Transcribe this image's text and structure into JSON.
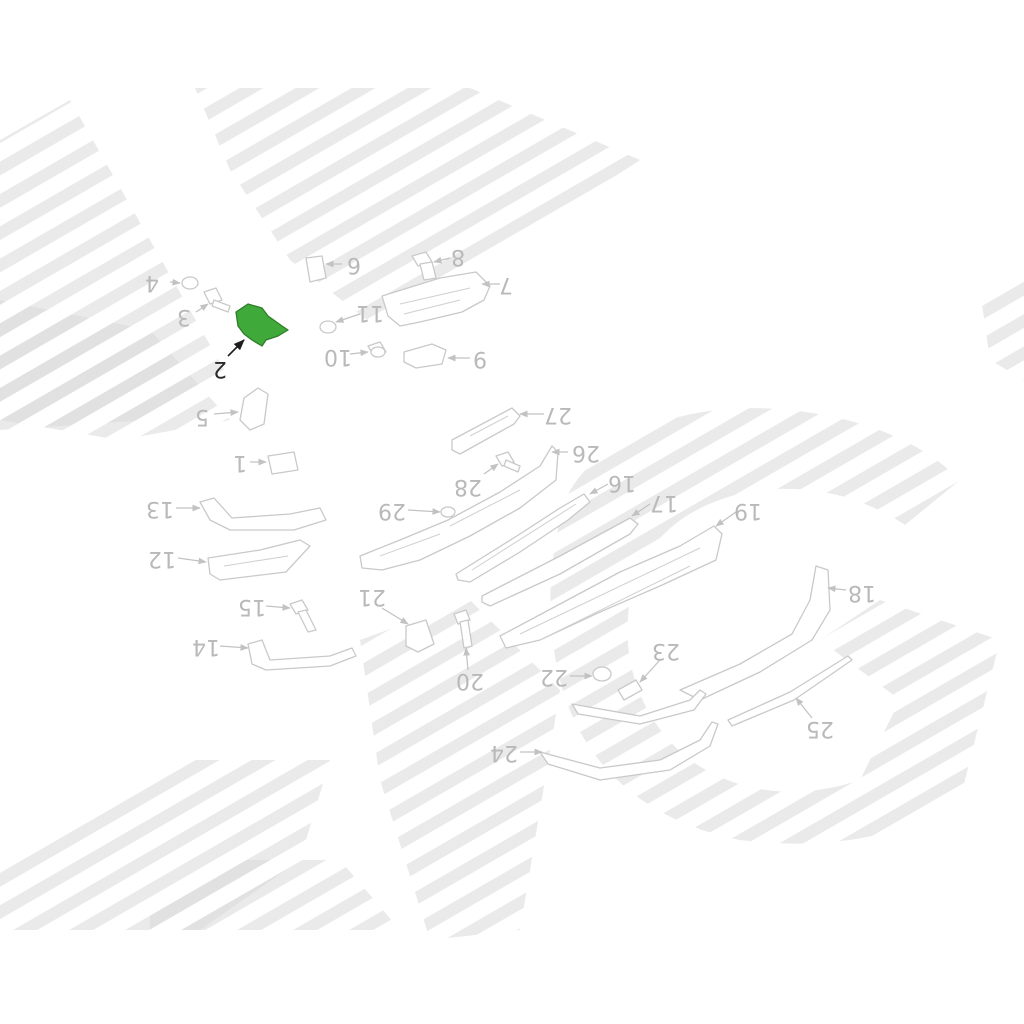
{
  "diagram": {
    "highlight_color": "#3faa3a",
    "line_color": "#c2c2c2",
    "callouts": [
      {
        "id": "1",
        "label": "1"
      },
      {
        "id": "2",
        "label": "2",
        "highlighted": true
      },
      {
        "id": "3",
        "label": "3"
      },
      {
        "id": "4",
        "label": "4"
      },
      {
        "id": "5",
        "label": "5"
      },
      {
        "id": "6",
        "label": "6"
      },
      {
        "id": "7",
        "label": "7"
      },
      {
        "id": "8",
        "label": "8"
      },
      {
        "id": "9",
        "label": "9"
      },
      {
        "id": "10",
        "label": "10"
      },
      {
        "id": "11",
        "label": "11"
      },
      {
        "id": "12",
        "label": "12"
      },
      {
        "id": "13",
        "label": "13"
      },
      {
        "id": "14",
        "label": "14"
      },
      {
        "id": "15",
        "label": "15"
      },
      {
        "id": "16",
        "label": "16"
      },
      {
        "id": "17",
        "label": "17"
      },
      {
        "id": "18",
        "label": "18"
      },
      {
        "id": "19",
        "label": "19"
      },
      {
        "id": "20",
        "label": "20"
      },
      {
        "id": "21",
        "label": "21"
      },
      {
        "id": "22",
        "label": "22"
      },
      {
        "id": "23",
        "label": "23"
      },
      {
        "id": "24",
        "label": "24"
      },
      {
        "id": "25",
        "label": "25"
      },
      {
        "id": "26",
        "label": "26"
      },
      {
        "id": "27",
        "label": "27"
      },
      {
        "id": "28",
        "label": "28"
      },
      {
        "id": "29",
        "label": "29"
      }
    ]
  }
}
